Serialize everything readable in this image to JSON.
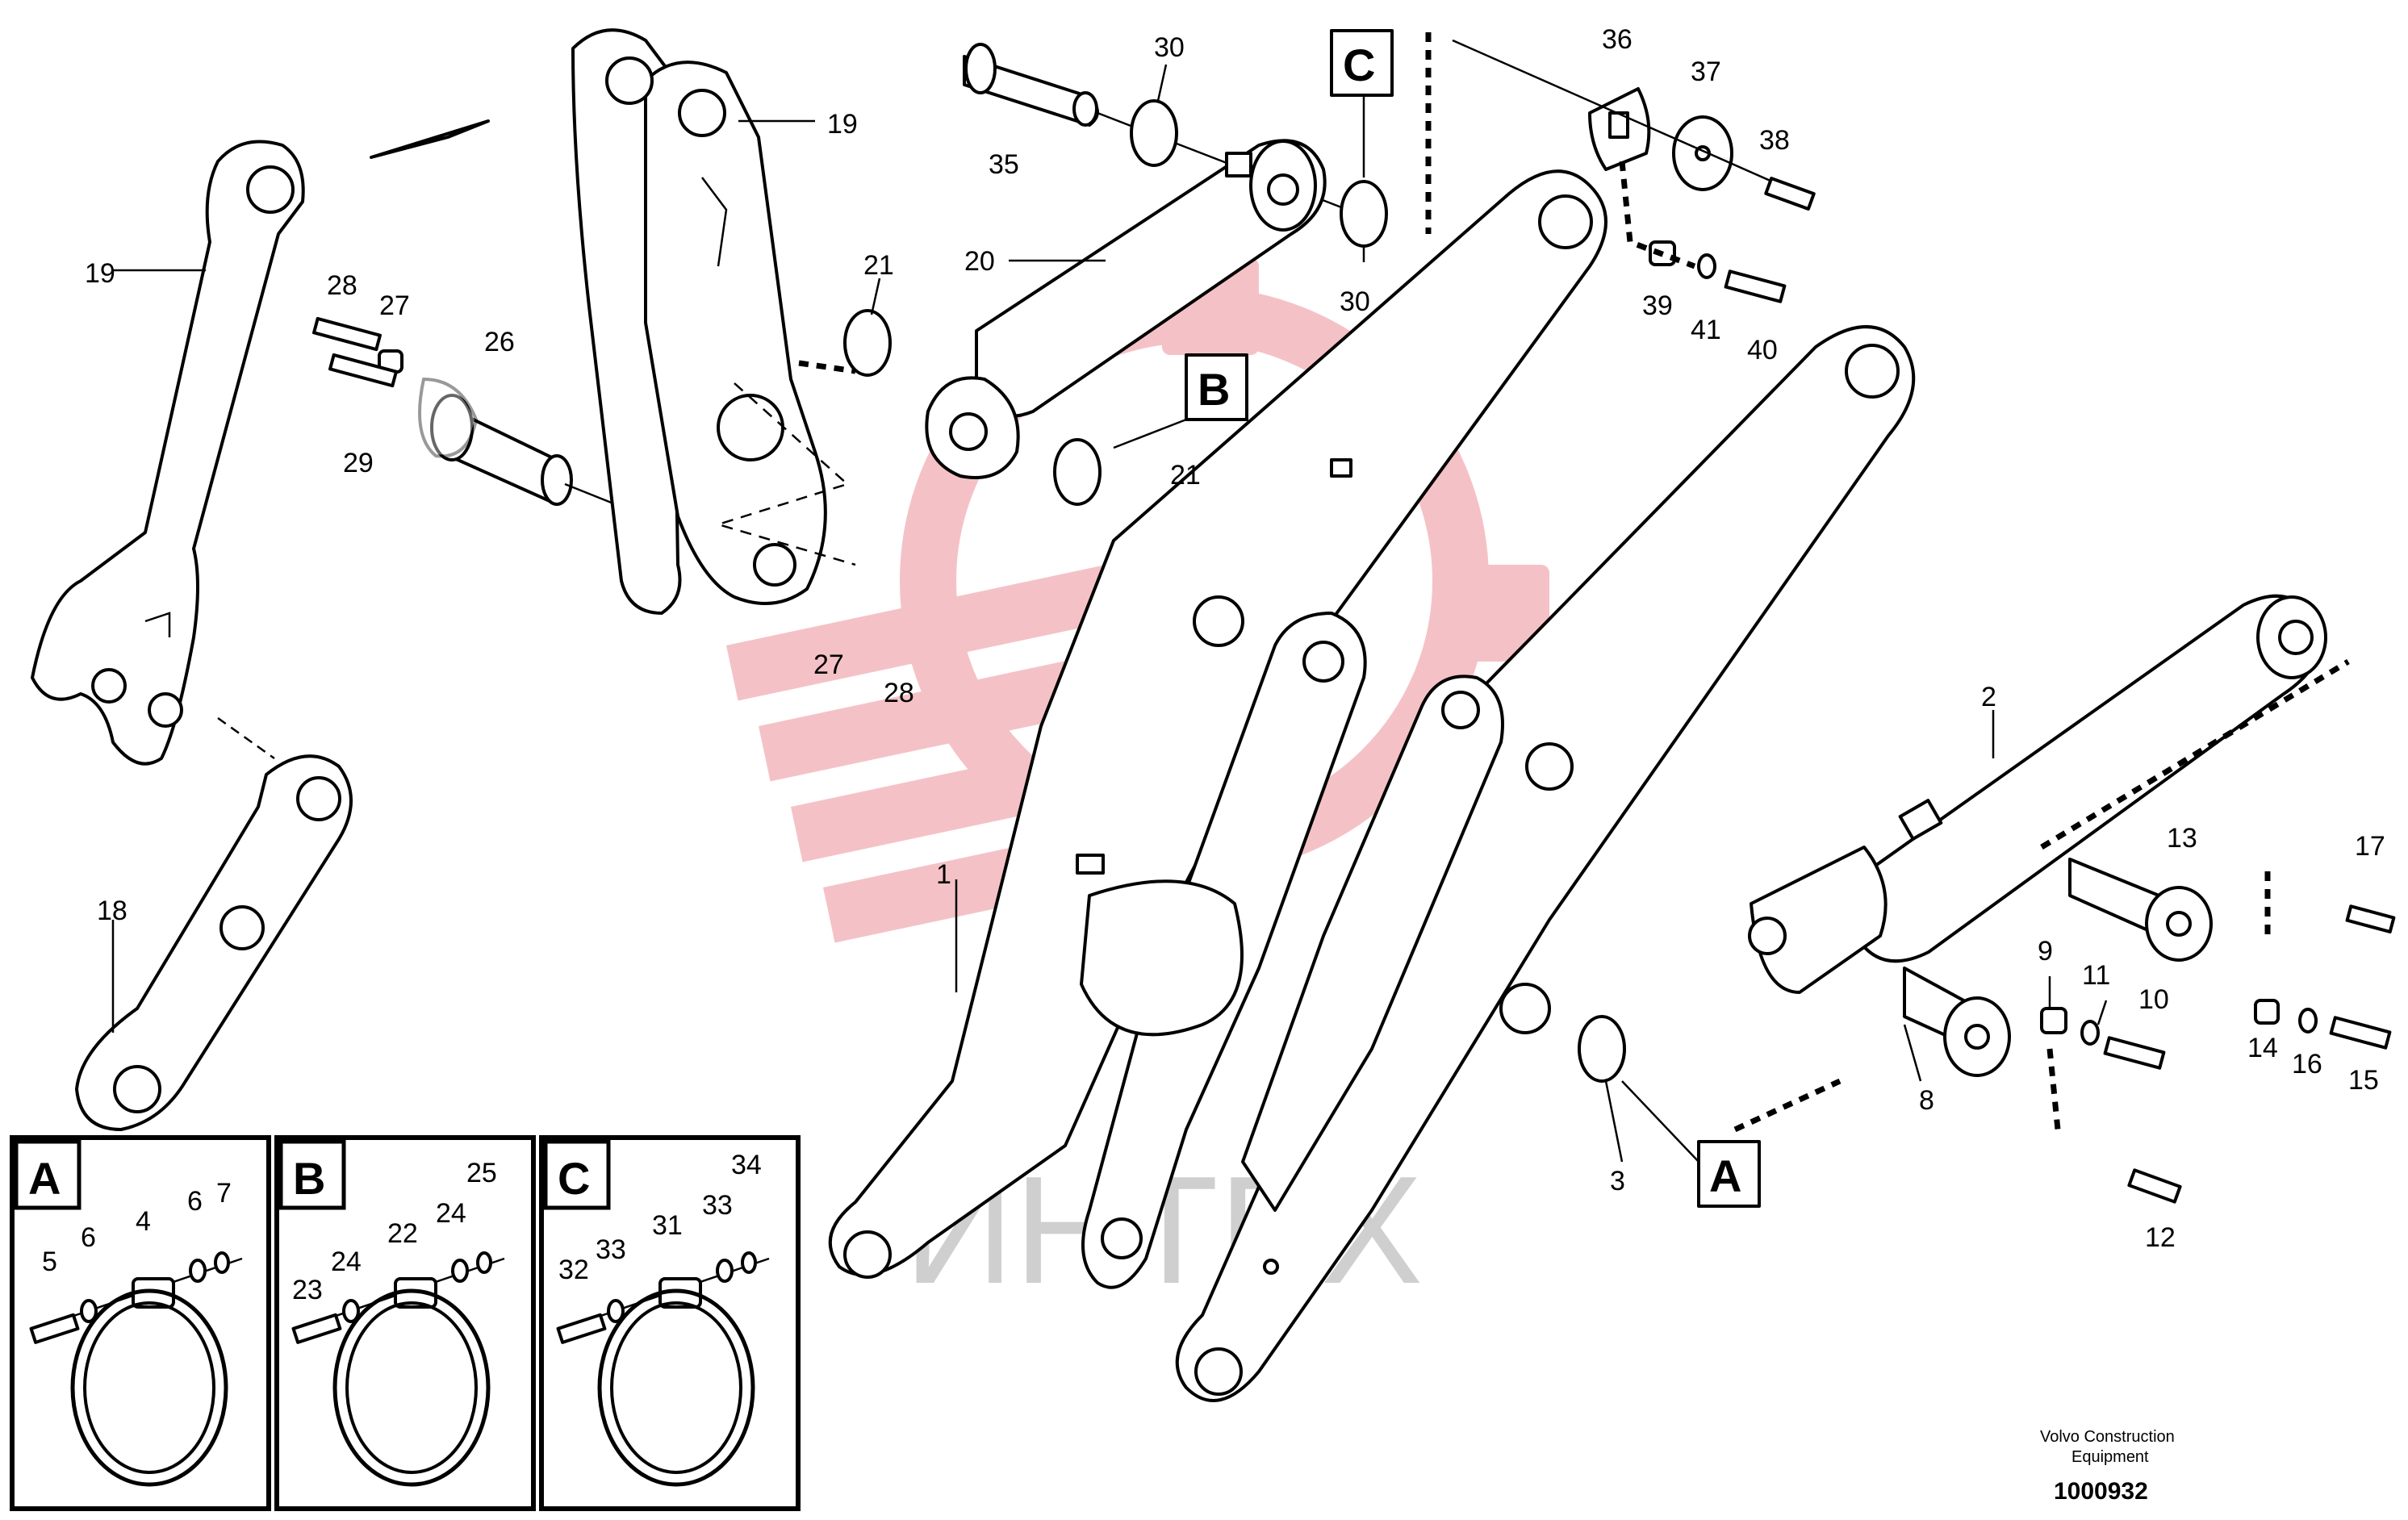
{
  "colors": {
    "watermark_red": "#f2b8bc",
    "watermark_gray": "#cfcfcf",
    "line": "#000000"
  },
  "watermark": {
    "text": "ИНТЕХ"
  },
  "callouts": {
    "c1": "1",
    "c2": "2",
    "c3": "3",
    "c8": "8",
    "c9": "9",
    "c10": "10",
    "c11": "11",
    "c12": "12",
    "c13": "13",
    "c14": "14",
    "c15": "15",
    "c16": "16",
    "c17": "17",
    "c18": "18",
    "c19a": "19",
    "c19b": "19",
    "c20": "20",
    "c21a": "21",
    "c21b": "21",
    "c26": "26",
    "c27a": "27",
    "c27b": "27",
    "c28a": "28",
    "c28b": "28",
    "c29": "29",
    "c30a": "30",
    "c30b": "30",
    "c35": "35",
    "c36": "36",
    "c37": "37",
    "c38": "38",
    "c39": "39",
    "c40": "40",
    "c41": "41"
  },
  "section_tags": {
    "tag_a": "A",
    "tag_b": "B",
    "tag_c": "C"
  },
  "detail_panels": {
    "a": {
      "letter": "A",
      "n1": "5",
      "n2": "6",
      "n3": "4",
      "n4": "6",
      "n5": "7"
    },
    "b": {
      "letter": "B",
      "n1": "23",
      "n2": "24",
      "n3": "22",
      "n4": "24",
      "n5": "25"
    },
    "c": {
      "letter": "C",
      "n1": "32",
      "n2": "33",
      "n3": "31",
      "n4": "33",
      "n5": "34"
    }
  },
  "footer": {
    "maker_line1": "Volvo Construction",
    "maker_line2": "Equipment",
    "drawing_number": "1000932"
  }
}
